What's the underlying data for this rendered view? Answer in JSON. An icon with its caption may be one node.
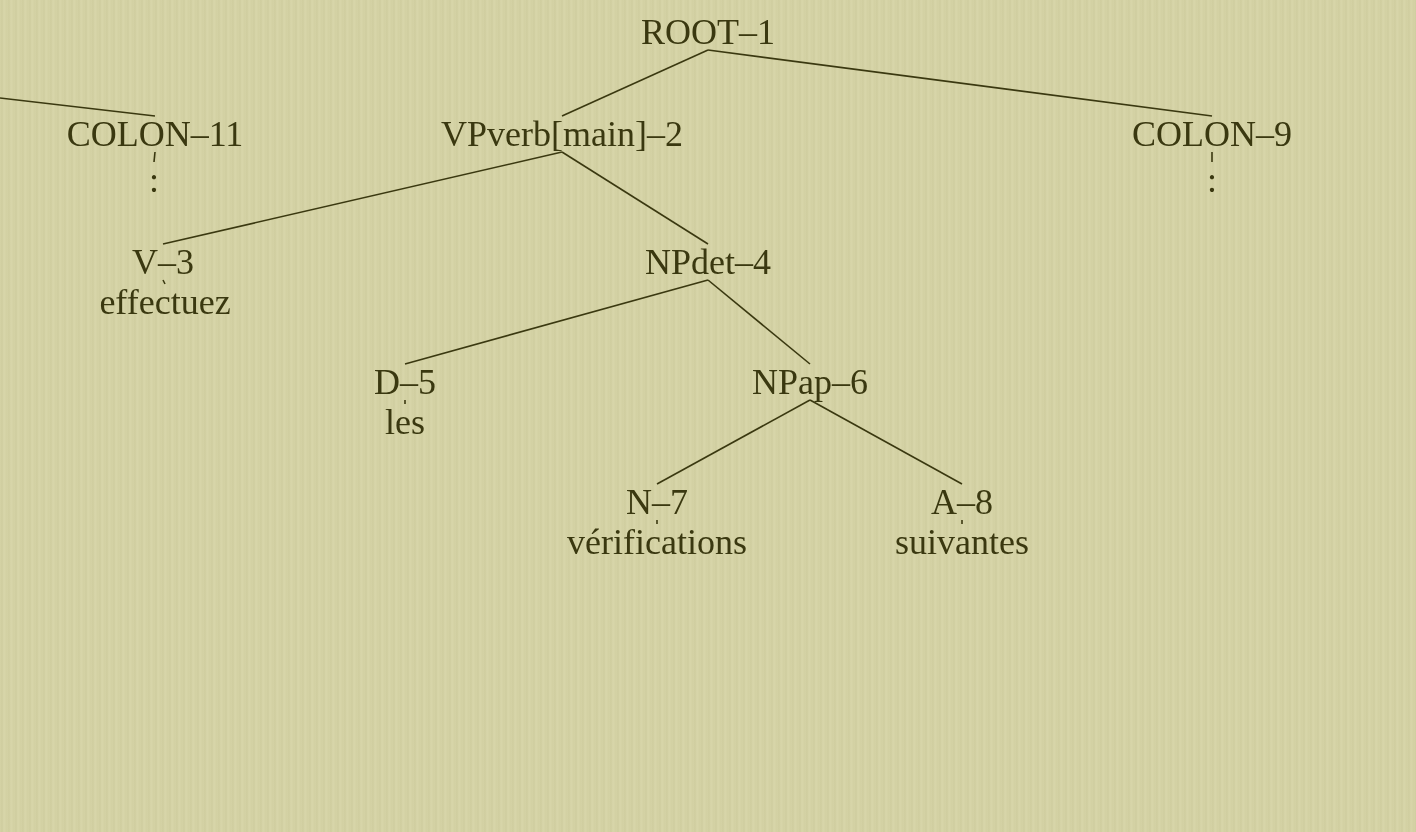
{
  "diagram": {
    "nodes": [
      {
        "text": [
          "ROOT–1"
        ]
      },
      {
        "text": [
          "COLON–11"
        ]
      },
      {
        "text": [
          "VPverb[main]–2"
        ]
      },
      {
        "text": [
          "COLON–9"
        ]
      },
      {
        "text": [
          ":"
        ]
      },
      {
        "text": [
          ":"
        ]
      },
      {
        "text": [
          "V–3"
        ]
      },
      {
        "text": [
          "NPdet–4"
        ]
      },
      {
        "text": [
          "effectuez"
        ]
      },
      {
        "text": [
          "D–5"
        ]
      },
      {
        "text": [
          "NPap–6"
        ]
      },
      {
        "text": [
          "les"
        ]
      },
      {
        "text": [
          "N–7"
        ]
      },
      {
        "text": [
          "A–8"
        ]
      },
      {
        "text": [
          "vérifications"
        ]
      },
      {
        "text": [
          "suivantes"
        ]
      }
    ],
    "edges": [
      {
        "from": null,
        "to": 1,
        "arrow": "none"
      },
      {
        "from": 0,
        "to": 2,
        "arrow": "none"
      },
      {
        "from": 0,
        "to": 3,
        "arrow": "none"
      },
      {
        "from": 1,
        "to": 4,
        "arrow": "none"
      },
      {
        "from": 3,
        "to": 5,
        "arrow": "none"
      },
      {
        "from": 2,
        "to": 6,
        "arrow": "none"
      },
      {
        "from": 2,
        "to": 7,
        "arrow": "none"
      },
      {
        "from": 6,
        "to": 8,
        "arrow": "none"
      },
      {
        "from": 7,
        "to": 9,
        "arrow": "none"
      },
      {
        "from": 7,
        "to": 10,
        "arrow": "none"
      },
      {
        "from": 9,
        "to": 11,
        "arrow": "none"
      },
      {
        "from": 10,
        "to": 12,
        "arrow": "none"
      },
      {
        "from": 10,
        "to": 13,
        "arrow": "none"
      },
      {
        "from": 12,
        "to": 14,
        "arrow": "none"
      },
      {
        "from": 13,
        "to": 15,
        "arrow": "none"
      }
    ]
  }
}
